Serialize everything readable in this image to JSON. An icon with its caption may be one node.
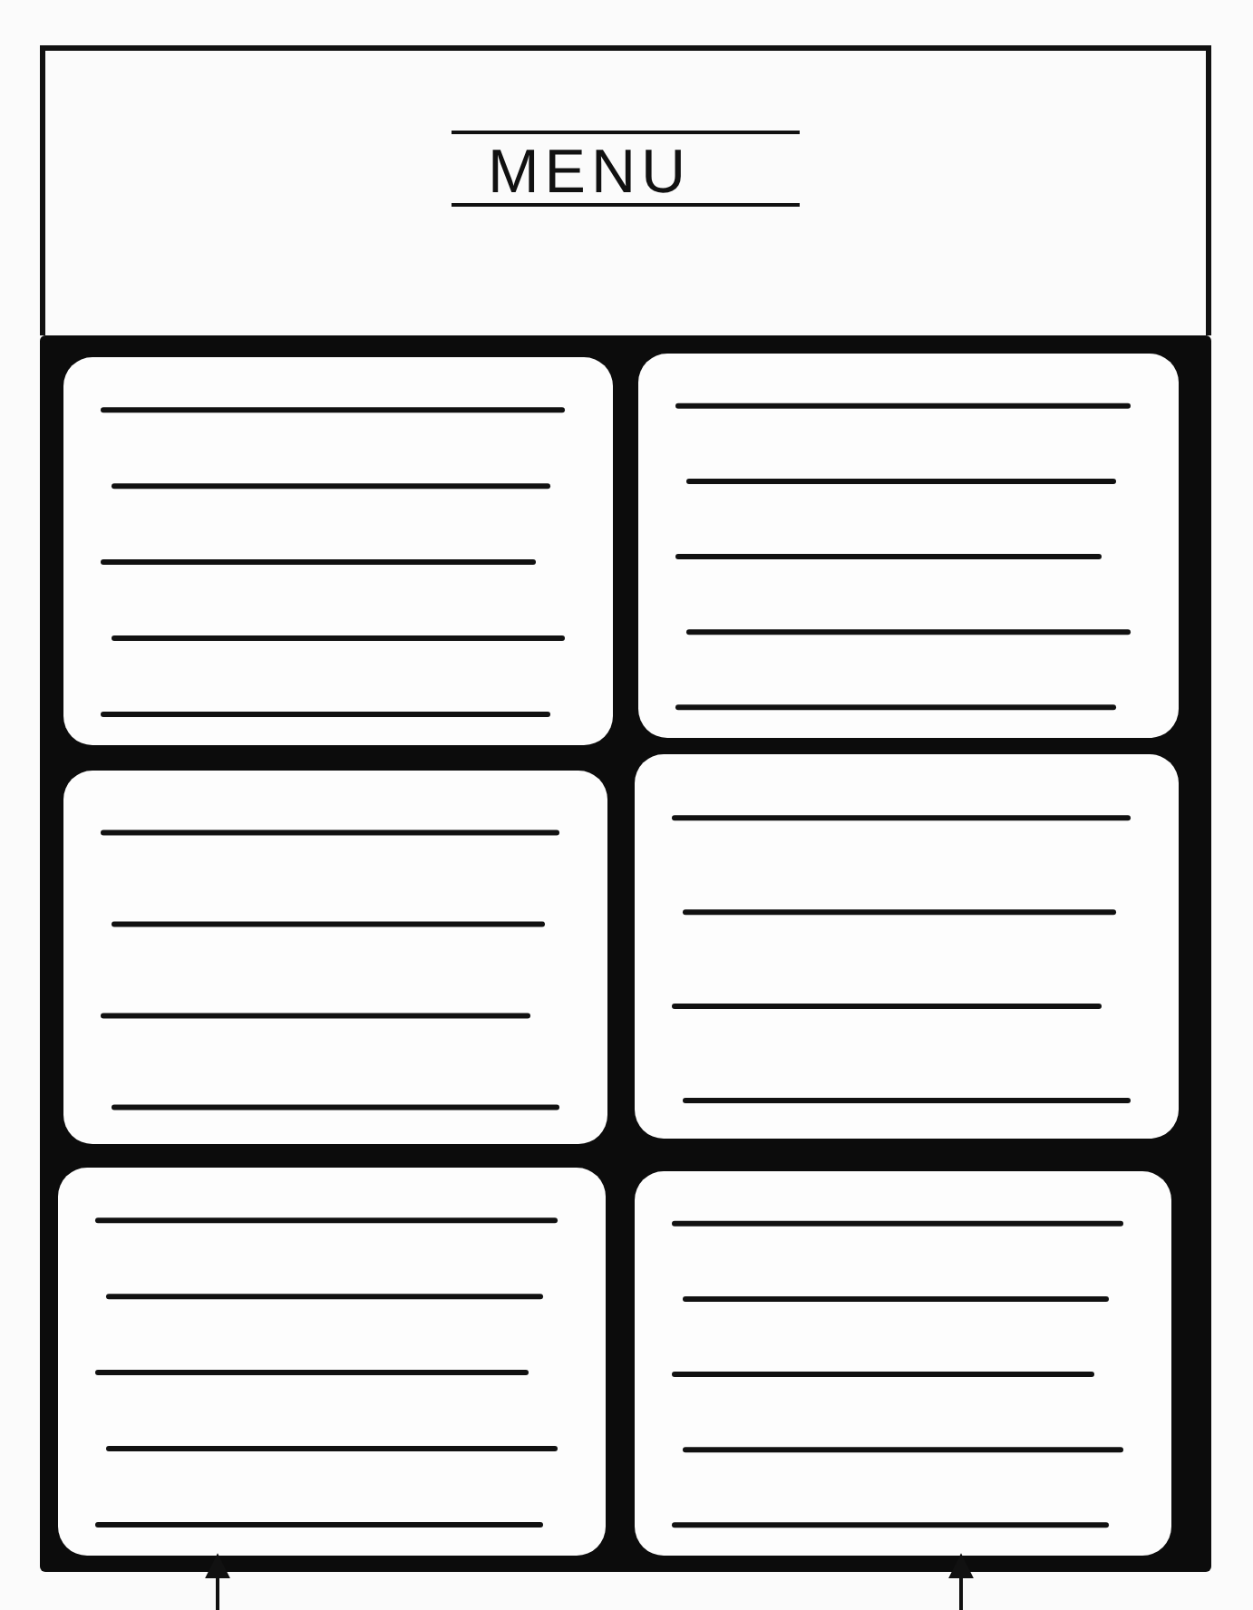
{
  "diagram": {
    "nodes": [
      {
        "text": [
          "MENU"
        ]
      },
      {
        "text": [],
        "shape": "box"
      },
      {
        "text": [],
        "shape": "box"
      },
      {
        "text": [],
        "shape": "box"
      },
      {
        "text": [],
        "shape": "box"
      },
      {
        "text": [],
        "shape": "box"
      },
      {
        "text": [],
        "shape": "box"
      }
    ],
    "edges": [
      {
        "from": null,
        "to": 5,
        "arrow": "to"
      },
      {
        "from": null,
        "to": 6,
        "arrow": "to"
      }
    ]
  }
}
